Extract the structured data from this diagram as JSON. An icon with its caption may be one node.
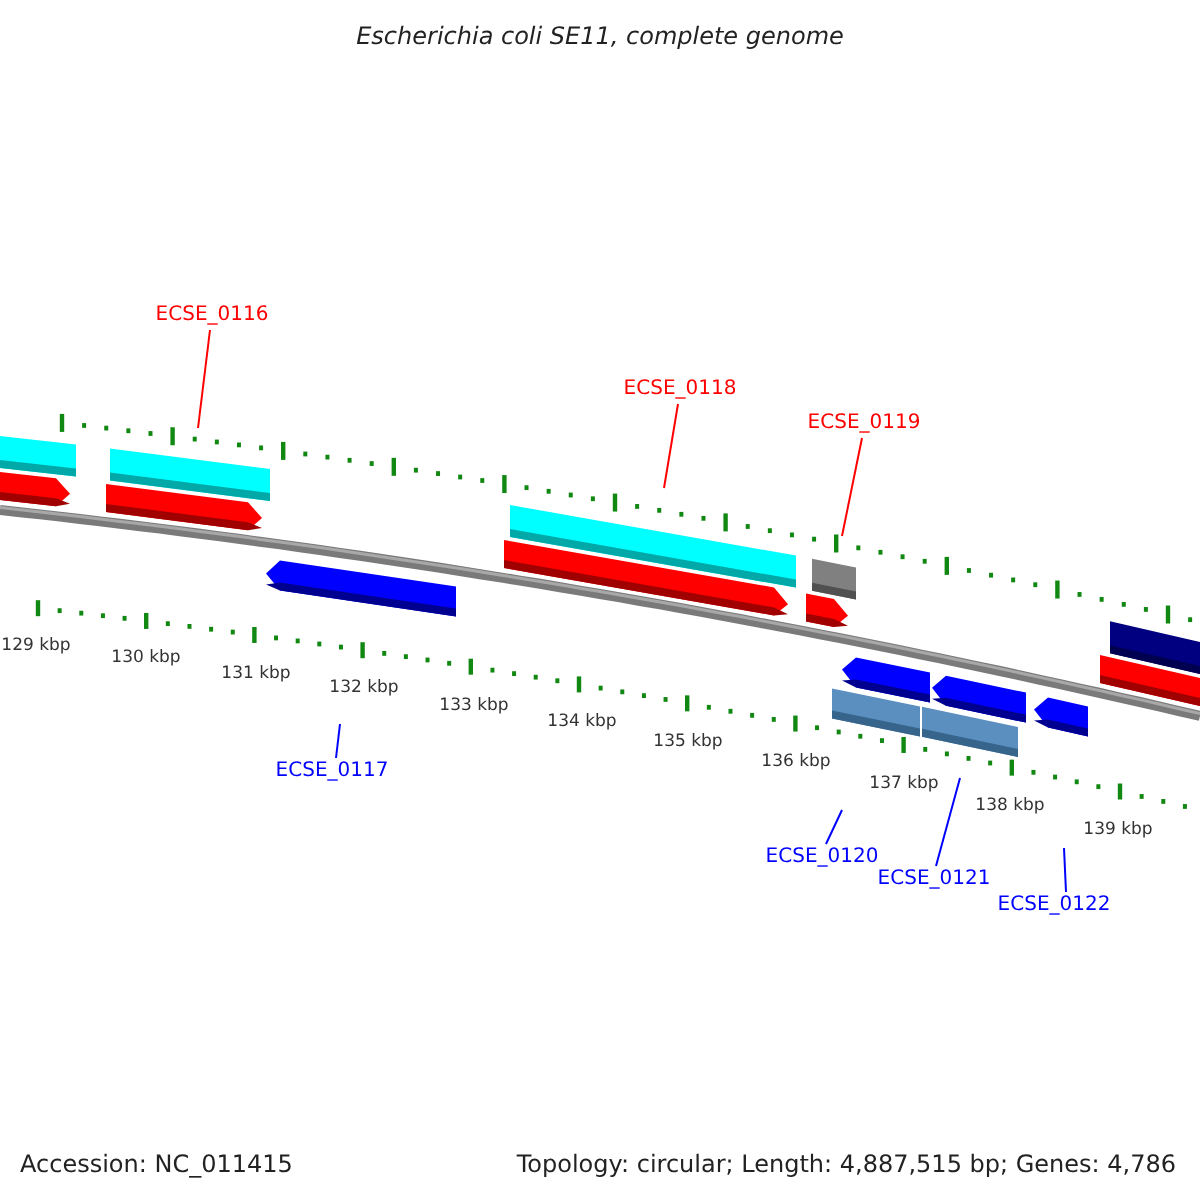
{
  "diagram": {
    "title": "Escherichia coli SE11, complete genome",
    "nodes": [
      {
        "text": [
          "ECSE_0116"
        ]
      },
      {
        "text": [
          "ECSE_0118"
        ]
      },
      {
        "text": [
          "ECSE_0119"
        ]
      },
      {
        "text": [
          "ECSE_0117"
        ]
      },
      {
        "text": [
          "ECSE_0120"
        ]
      },
      {
        "text": [
          "ECSE_0121"
        ]
      },
      {
        "text": [
          "ECSE_0122"
        ]
      }
    ],
    "edges": [
      {
        "from": 0,
        "to": null,
        "arrow": "none",
        "color": "#ff0000"
      },
      {
        "from": 1,
        "to": null,
        "arrow": "none",
        "color": "#ff0000"
      },
      {
        "from": 2,
        "to": null,
        "arrow": "none",
        "color": "#ff0000"
      },
      {
        "from": 3,
        "to": null,
        "arrow": "none"
      },
      {
        "from": 4,
        "to": null,
        "arrow": "none"
      },
      {
        "from": 5,
        "to": null,
        "arrow": "none"
      },
      {
        "from": 6,
        "to": null,
        "arrow": "none"
      }
    ],
    "labels": [
      "129 kbp",
      "130 kbp",
      "131 kbp",
      "132 kbp",
      "133 kbp",
      "134 kbp",
      "135 kbp",
      "136 kbp",
      "137 kbp",
      "138 kbp",
      "139 kbp",
      "Accession: NC_011415",
      "Topology: circular; Length: 4,887,515 bp; Genes: 4,786"
    ]
  }
}
